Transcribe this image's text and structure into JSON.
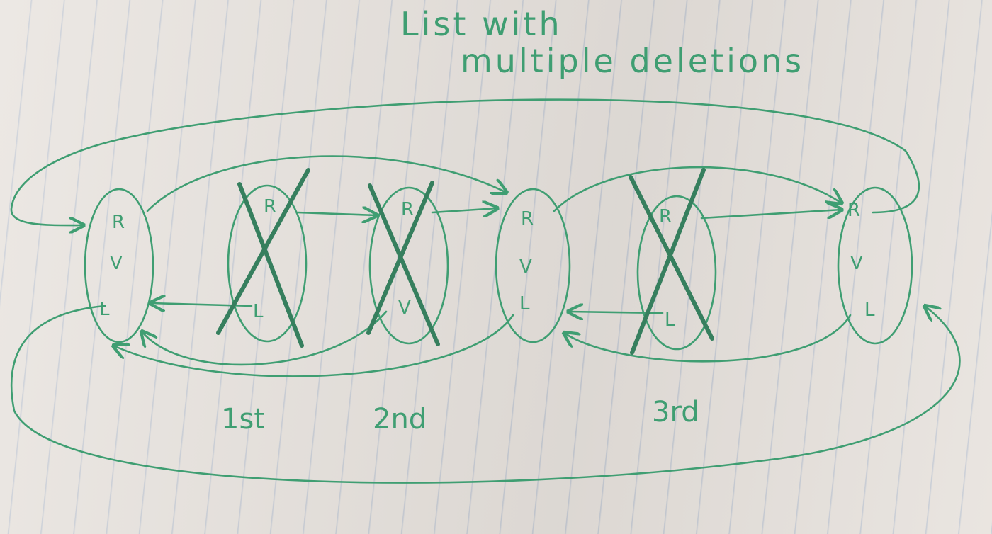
{
  "title": {
    "line1": "List with",
    "line2": "multiple deletions"
  },
  "node_fields": {
    "r": "R",
    "v": "V",
    "l": "L"
  },
  "deletion_labels": [
    "1st",
    "2nd",
    "3rd"
  ],
  "colors": {
    "ink": "#3f9e72",
    "paper": "#e8e3de",
    "rule_lines": "#96aac8"
  }
}
